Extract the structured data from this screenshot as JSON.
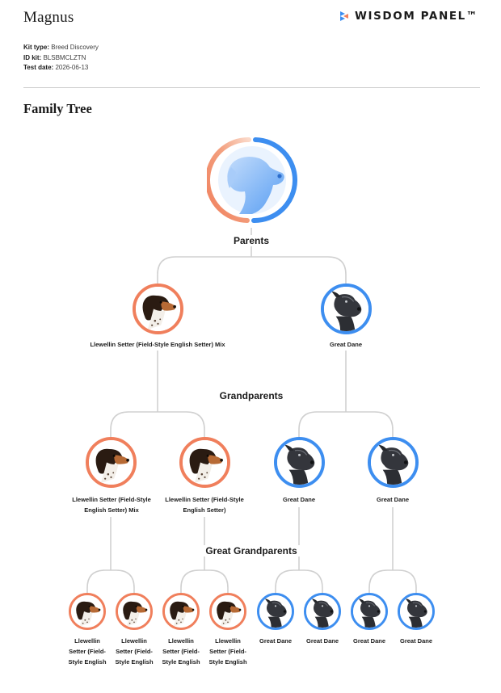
{
  "header": {
    "dog_name": "Magnus",
    "brand": "WISDOM PANEL™"
  },
  "meta": {
    "kit_type_label": "Kit type:",
    "kit_type_value": "Breed Discovery",
    "id_kit_label": "ID kit:",
    "id_kit_value": "BLSBMCLZTN",
    "test_date_label": "Test date:",
    "test_date_value": "2026-06-13"
  },
  "family_tree": {
    "title": "Family Tree",
    "parents_label": "Parents",
    "grandparents_label": "Grandparents",
    "great_grandparents_label": "Great Grandparents",
    "parents": [
      {
        "breed": "Llewellin Setter (Field-Style English Setter) Mix",
        "type": "setter"
      },
      {
        "breed": "Great Dane",
        "type": "dane"
      }
    ],
    "grandparents": [
      {
        "breed": "Llewellin Setter (Field-Style English Setter) Mix",
        "type": "setter"
      },
      {
        "breed": "Llewellin Setter (Field-Style English Setter)",
        "type": "setter"
      },
      {
        "breed": "Great Dane",
        "type": "dane"
      },
      {
        "breed": "Great Dane",
        "type": "dane"
      }
    ],
    "great_grandparents": [
      {
        "breed": "Llewellin Setter (Field-Style English",
        "type": "setter"
      },
      {
        "breed": "Llewellin Setter (Field-Style English",
        "type": "setter"
      },
      {
        "breed": "Llewellin Setter (Field-Style English",
        "type": "setter"
      },
      {
        "breed": "Llewellin Setter (Field-Style English",
        "type": "setter"
      },
      {
        "breed": "Great Dane",
        "type": "dane"
      },
      {
        "breed": "Great Dane",
        "type": "dane"
      },
      {
        "breed": "Great Dane",
        "type": "dane"
      },
      {
        "breed": "Great Dane",
        "type": "dane"
      }
    ]
  },
  "colors": {
    "setter_ring": "#f07f5c",
    "dane_ring": "#3d8ef0",
    "connector": "#d0d0d0"
  },
  "icons": {
    "subject": "dog-silhouette-icon",
    "setter": "setter-dog-icon",
    "dane": "great-dane-dog-icon",
    "brand": "wisdom-panel-logo-icon"
  }
}
